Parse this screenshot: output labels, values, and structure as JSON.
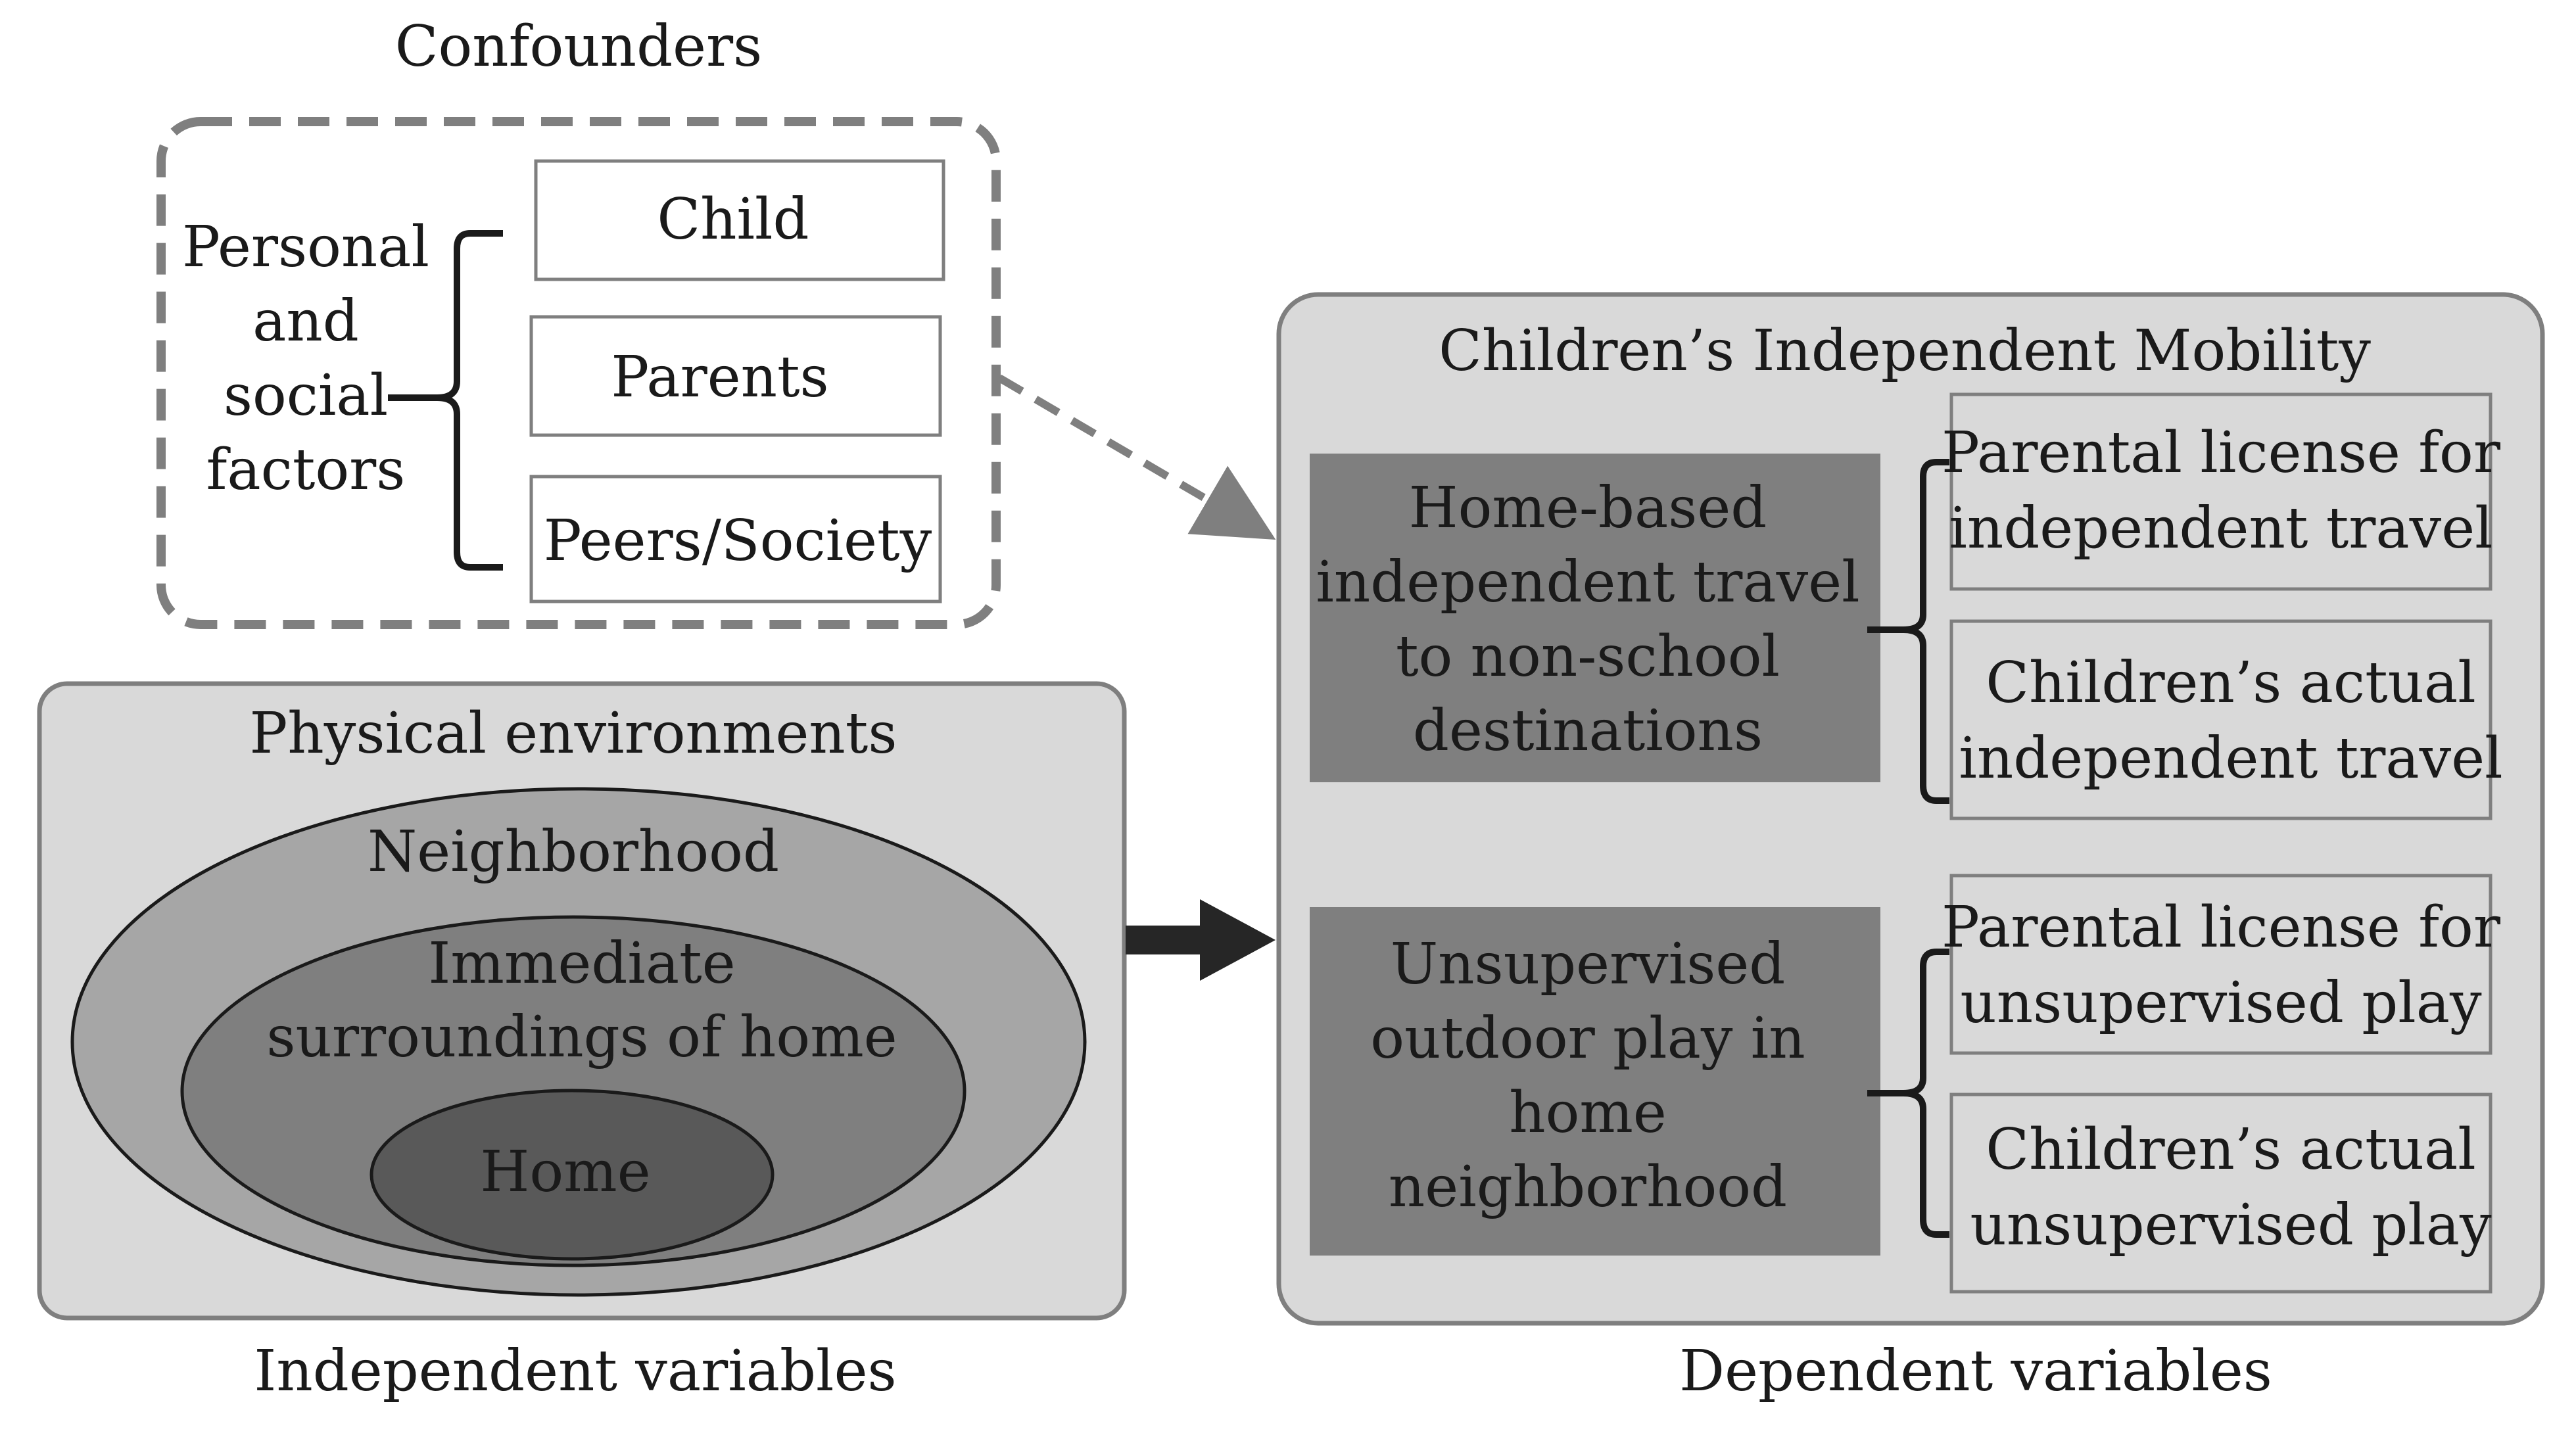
{
  "confounders": {
    "title": "Confounders",
    "group_label": [
      "Personal",
      "and",
      "social",
      "factors"
    ],
    "items": [
      "Child",
      "Parents",
      "Peers/Society"
    ]
  },
  "physical": {
    "title": "Physical environments",
    "rings": {
      "outer": "Neighborhood",
      "middle": [
        "Immediate",
        "surroundings of home"
      ],
      "inner": "Home"
    },
    "caption": "Independent variables"
  },
  "cim": {
    "title": "Children’s Independent Mobility",
    "groups": [
      {
        "label": [
          "Home-based",
          "independent travel",
          "to non-school",
          "destinations"
        ],
        "items": [
          [
            "Parental license for",
            "independent travel"
          ],
          [
            "Children’s actual",
            "independent travel"
          ]
        ]
      },
      {
        "label": [
          "Unsupervised",
          "outdoor play in",
          "home",
          "neighborhood"
        ],
        "items": [
          [
            "Parental license for",
            "unsupervised play"
          ],
          [
            "Children’s actual",
            "unsupervised play"
          ]
        ]
      }
    ],
    "caption": "Dependent variables"
  },
  "colors": {
    "panel_fill": "#d9d9d9",
    "panel_stroke": "#7f7f7f",
    "dark_box": "#7f7f7f",
    "ring_outer": "#a6a6a6",
    "ring_middle": "#7f7f7f",
    "ring_inner": "#595959",
    "dashed": "#7f7f7f",
    "arrow": "#262626"
  }
}
